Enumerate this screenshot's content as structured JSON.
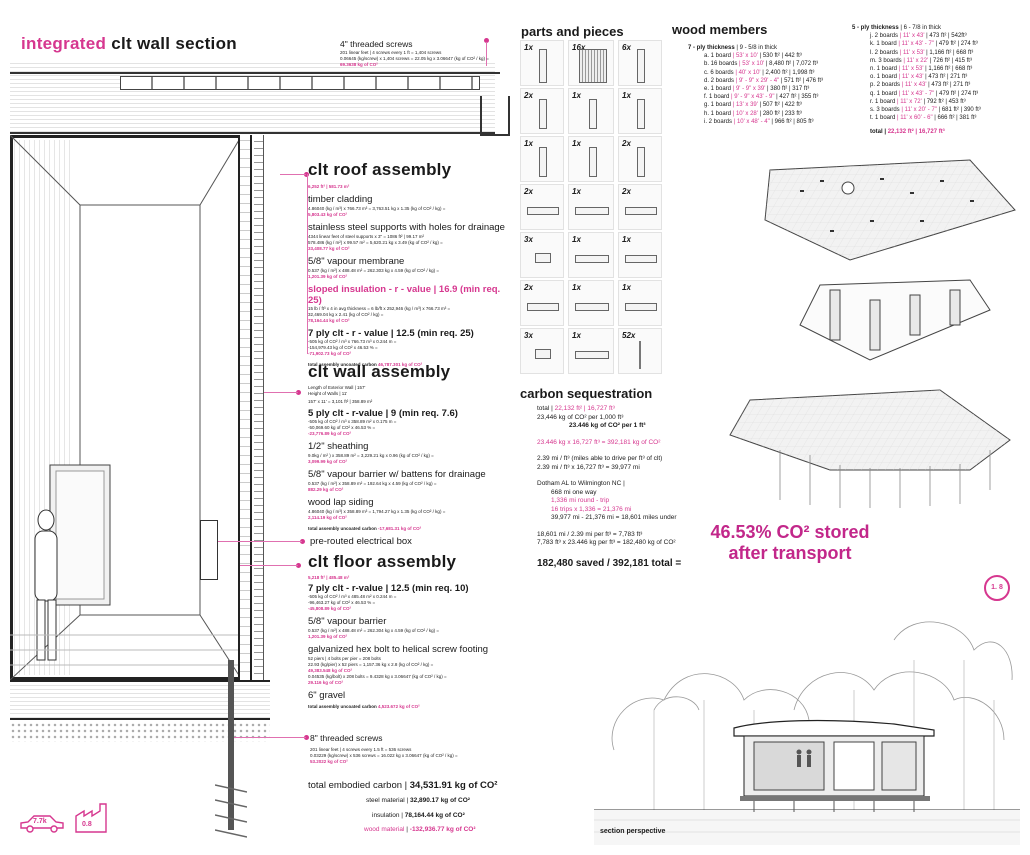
{
  "title": {
    "highlight": "integrated",
    "rest": "clt wall section"
  },
  "screws_top": {
    "label": "4\" threaded screws",
    "l1": "201 linear feet | 4 screws every 1 ft = 1,404 screws",
    "l2": "0.06645 (kg/screw) x 1,404 screws = 22.05 kg x 3.06647 (kg of CO² / kg) =",
    "l3": "69.3638 kg of CO²"
  },
  "roof": {
    "heading": "clt roof assembly",
    "area": "6,252 ft² | 581.73 m²",
    "layers": [
      {
        "name": "timber cladding",
        "l1": "4.86040 (kg / m³) x 766.73 m³ = 3,763.51 kg x 1.35 (kg of CO² / kg) =",
        "l2": "5,803.43 kg of CO²"
      },
      {
        "name": "stainless steel supports with holes for drainage",
        "l1": "4344 linear feet of steel supports x 3\" = 1086 ft² | 99.17 m²",
        "l2": "578.486 (kg / m²) x 99.57 m² = 5,620.21 kg x 3.49 (kg of CO² / kg) =",
        "l3": "33,408.77 kg of CO²"
      },
      {
        "name": "5/8\" vapour membrane",
        "l1": "0.537 (kg / m²) x 488.48 m² = 262.303 kg x 4.59 (kg of CO² / kg) =",
        "l2": "1,201.39 kg of CO²"
      }
    ],
    "insulation": "sloped insulation - r - value | 16.9 (min req. 25)",
    "insulation_l1": "15 lb / ft³ x 4 in avg thickness = 6 lb/ft x 252,946 (kg / m³) x 766.73 m³ =",
    "insulation_l2": "32,469.04 kg x 2.41 (kg of CO² / kg) =",
    "insulation_l3": "78,164.44 kg of CO²",
    "clt": "7 ply clt - r - value | 12.5 (min req. 25)",
    "clt_l1": "-505 kg of CO² / m³ x 766.73 m³ x 0.244 m =",
    "clt_l2": "-154,979.43 kg of CO² x 46.53 % =",
    "clt_l3": "-71,902.73 kg of CO²",
    "total_label": "total assembly uncoated carbon",
    "total_value": "46,787.301 kg of CO²"
  },
  "wall": {
    "heading": "clt wall assembly",
    "dims_l1": "Length of Exterior Wall | 157'",
    "dims_l2": "Height of Walls | 11'",
    "area": "157' x 11' = 3,101 ft² | 358.89 m²",
    "clt": "5 ply clt - r-value | 9 (min req. 7.6)",
    "clt_l1": "-505 kg of CO² / m³ x 358.89 m² x 0.175 m =",
    "clt_l2": "-50,069.60 kg of CO² x 46.53 % =",
    "clt_l3": "-23,776.89 kg of CO²",
    "layers": [
      {
        "name": "1/2\" sheathing",
        "l1": "9.0kg / m² ) x 358.89 m² = 3,229.21 kg x 0.96 (kg of CO² / kg) =",
        "l2": "3,099.99 kg of CO²"
      },
      {
        "name": "5/8\"  vapour barrier w/ battens for drainage",
        "l1": "0.537 (kg / m²) x 358.89 m² = 192.64 kg x 4.59 (kg of CO² / kg) =",
        "l2": "882.29 kg of CO²"
      },
      {
        "name": "wood lap siding",
        "l1": "4.86040 (kg / m³) x 358.89 m³ = 1,794.27 kg x 1.35 (kg of CO² / kg) =",
        "l2": "2,114.19 kg of CO²"
      }
    ],
    "total_label": "total assembly uncoated carbon",
    "total_value": "-17,681.31 kg of CO²"
  },
  "electrical": "pre-routed electrical box",
  "floor": {
    "heading": "clt floor assembly",
    "area": "5,218 ft² | 485.48 m²",
    "clt": "7 ply clt - r-value | 12.5 (min req. 10)",
    "clt_l1": "-505 kg of CO² / m³ x 485.48 m² x 0.244 m =",
    "clt_l2": "-96,463.27 kg of CO² x 46.53 % =",
    "clt_l3": "-45,808.89 kg of CO²",
    "layers": [
      {
        "name": "5/8\" vapour barrier",
        "l1": "0.537 (kg / m²) x 488.48 m² = 262.304 kg x 4.59 (kg of CO² / kg) =",
        "l2": "1,201.39 kg of CO²"
      },
      {
        "name": "galvanized hex bolt to helical screw footing",
        "l1": "52 piers | 4 bolts per pier = 208 bolts",
        "l2": "22.93 (kg/pier) x 52 piers = 1,157.36 kg x 2.8 (kg of CO² / kg) =",
        "l3": "49,383.548 kg of CO²",
        "l4": "0.04535 (kg/bolt) x 208 bolts = 9.4328 kg x 3.06647 (kg of CO² / kg) =",
        "l5": "29.116 kg of CO²"
      }
    ],
    "gravel": "6\" gravel",
    "total_label": "total assembly uncoated carbon",
    "total_value": "4,523.672 kg of CO²"
  },
  "screws_bottom": {
    "label": "8\" threaded screws",
    "l1": "201 linear feet | 4 screws every 1.5 ft = 536 screws",
    "l2": "0.03229 (kg/screw) x 536 screws = 16.022 kg x 3.06647 (kg of CO² / kg) =",
    "l3": "53.2022 kg of CO²"
  },
  "totals": {
    "label": "total embodied carbon",
    "value": "34,531.91 kg of CO²",
    "rows": [
      {
        "label": "steel material",
        "value": "32,890.17 kg of CO²"
      },
      {
        "label": "insulation",
        "value": "78,164.44 kg of CO²"
      },
      {
        "label": "wood material",
        "value": "-132,936.77 kg of CO²"
      }
    ]
  },
  "badges": {
    "car": "7.7k",
    "factory": "0.8",
    "sheet": "1. 8"
  },
  "parts": {
    "heading": "parts and pieces",
    "counts": [
      "1x",
      "16x",
      "6x",
      "2x",
      "1x",
      "1x",
      "1x",
      "1x",
      "2x",
      "2x",
      "1x",
      "2x",
      "3x",
      "1x",
      "1x",
      "2x",
      "1x",
      "1x",
      "3x",
      "1x",
      "52x"
    ]
  },
  "wood": {
    "heading": "wood members",
    "seven": {
      "title": "7 - ply thickness",
      "range": "9 - 5/8 in thick"
    },
    "seven_rows": [
      {
        "k": "a. 1 board",
        "d": "53' x 10'",
        "s": "530 ft²",
        "v": "442 ft³"
      },
      {
        "k": "b. 16 boards",
        "d": "53' x 10'",
        "s": "8,480 ft²",
        "v": "7,072 ft³"
      },
      {
        "k": "c. 6 boards",
        "d": "40' x 10'",
        "s": "2,400 ft²",
        "v": "1,998 ft³"
      },
      {
        "k": "d. 2 boards",
        "d": "9' - 9\" x 29' - 4\"",
        "s": "571 ft²",
        "v": "476 ft³"
      },
      {
        "k": "e. 1 board",
        "d": "9' - 9\" x 39'",
        "s": "380 ft²",
        "v": "317 ft³"
      },
      {
        "k": "f. 1 board",
        "d": "9' - 9\" x 43' - 9\"",
        "s": "427 ft²",
        "v": "355 ft³"
      },
      {
        "k": "g. 1 board",
        "d": "13' x 39'",
        "s": "507 ft²",
        "v": "422 ft³"
      },
      {
        "k": "h. 1 board",
        "d": "10' x 28'",
        "s": "280 ft²",
        "v": "233 ft³"
      },
      {
        "k": "i. 2 boards",
        "d": "10' x 48' - 4\"",
        "s": "966 ft²",
        "v": "805 ft³"
      }
    ],
    "five": {
      "title": "5 - ply thickness",
      "range": "6 - 7/8 in thick"
    },
    "five_rows": [
      {
        "k": "j. 2 boards",
        "d": "11' x 43'",
        "s": "473 ft²",
        "v": "542ft³"
      },
      {
        "k": "k. 1 board",
        "d": "11' x 43' - 7\"",
        "s": "479 ft²",
        "v": "274 ft³"
      },
      {
        "k": "l. 2 boards",
        "d": "11' x 53'",
        "s": "1,166 ft²",
        "v": "668 ft³"
      },
      {
        "k": "m. 3 boards",
        "d": "11' x 22'",
        "s": "726 ft²",
        "v": "415 ft³"
      },
      {
        "k": "n. 1 board",
        "d": "11' x 53'",
        "s": "1,166 ft²",
        "v": "668 ft³"
      },
      {
        "k": "o. 1 board",
        "d": "11' x 43'",
        "s": "473 ft²",
        "v": "271 ft³"
      },
      {
        "k": "p. 2 boards",
        "d": "11' x 43'",
        "s": "473 ft²",
        "v": "271 ft³"
      },
      {
        "k": "q. 1 board",
        "d": "11' x 43' - 7\"",
        "s": "479 ft²",
        "v": "274 ft³"
      },
      {
        "k": "r. 1 board",
        "d": "11' x 72'",
        "s": "792 ft²",
        "v": "453 ft³"
      },
      {
        "k": "s. 3 boards",
        "d": "11' x 20' - 7\"",
        "s": "681 ft²",
        "v": "390 ft³"
      },
      {
        "k": "t. 1 board",
        "d": "11' x 60' - 6\"",
        "s": "666 ft²",
        "v": "381 ft³"
      }
    ],
    "total_label": "total",
    "total_value": "22,132 ft²  |  16,727 ft³"
  },
  "carbon": {
    "heading": "carbon sequestration",
    "l1a": "total",
    "l1b": "22,132 ft²  |  16,727 ft³",
    "l2": "23,446 kg of CO² per 1,000 ft³",
    "l3": "23.446 kg of CO²  per  1 ft³",
    "l4": "23.446 kg x 16,727 ft³ = 392,181 kg of CO²",
    "l5": "2.39 mi / ft³ (miles able to drive per ft³ of clt)",
    "l6": "2.39 mi / ft³ x 16,727 ft³ = 39,977 mi",
    "l7": "Dotham AL to Wilmington NC |",
    "l8": "668 mi one way",
    "l9": "1,336 mi round - trip",
    "l10": "16 trips x 1,336 = 21,376 mi",
    "l11": "39,977 mi - 21,376 mi = 18,601 miles under",
    "l12": "18,601 mi / 2.39 mi per ft³ = 7,783 ft³",
    "l13": "7,783 ft³ x 23.446 kg per ft³ = 182,480 kg of CO²",
    "ratio": "182,480 saved / 392,181 total =",
    "result_l1": "46.53% CO² stored",
    "result_l2": "after transport"
  },
  "section_label": "section perspective"
}
